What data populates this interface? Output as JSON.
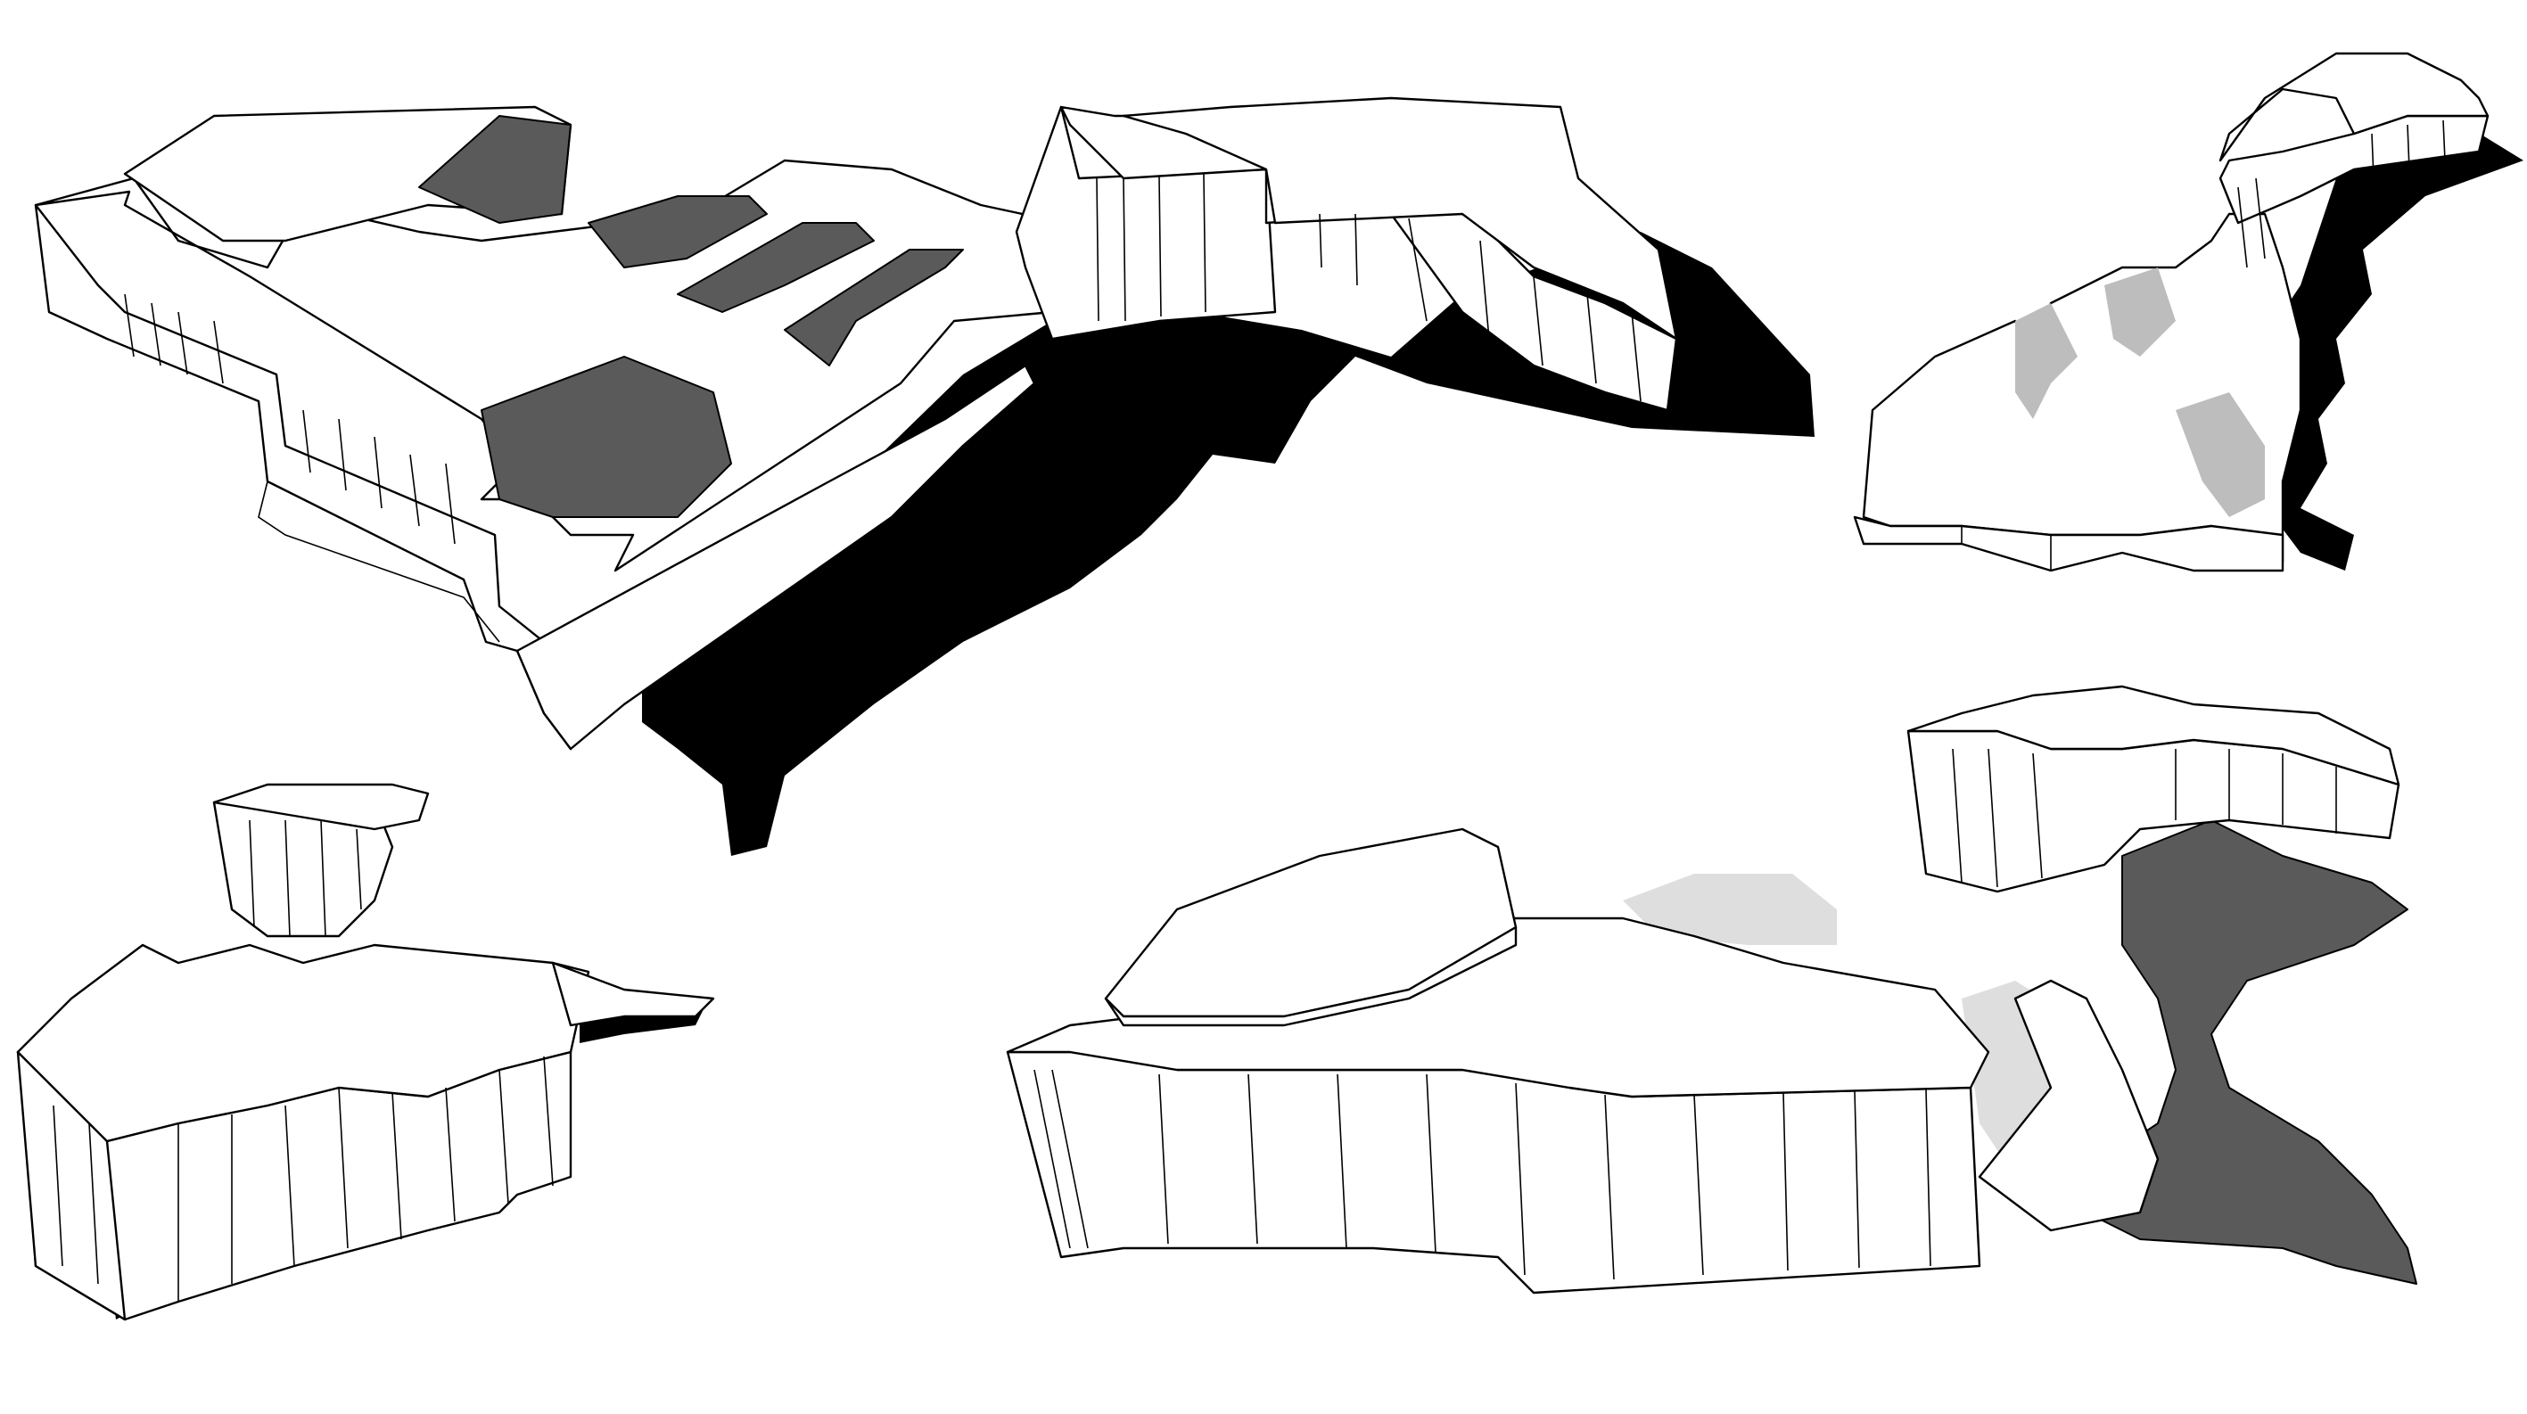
{
  "figure": {
    "views": [
      {
        "id": "view-top-left",
        "depiction": "axonometric-massing",
        "shadow_color": "#000000",
        "recess_color": "#5a5a5a"
      },
      {
        "id": "view-top-right",
        "depiction": "axonometric-massing",
        "shadow_color": "#000000",
        "recess_color": "#bdbdbd"
      },
      {
        "id": "view-bottom-left",
        "depiction": "axonometric-massing",
        "shadow_color": "#000000",
        "recess_color": "#ffffff"
      },
      {
        "id": "view-bottom-right",
        "depiction": "axonometric-massing",
        "shadow_color": "#5a5a5a",
        "recess_color": "#dedede"
      }
    ],
    "colors": {
      "background": "#ffffff",
      "line": "#000000",
      "shadow_dark": "#000000",
      "shadow_mid": "#5a5a5a",
      "shadow_light": "#bdbdbd"
    }
  }
}
